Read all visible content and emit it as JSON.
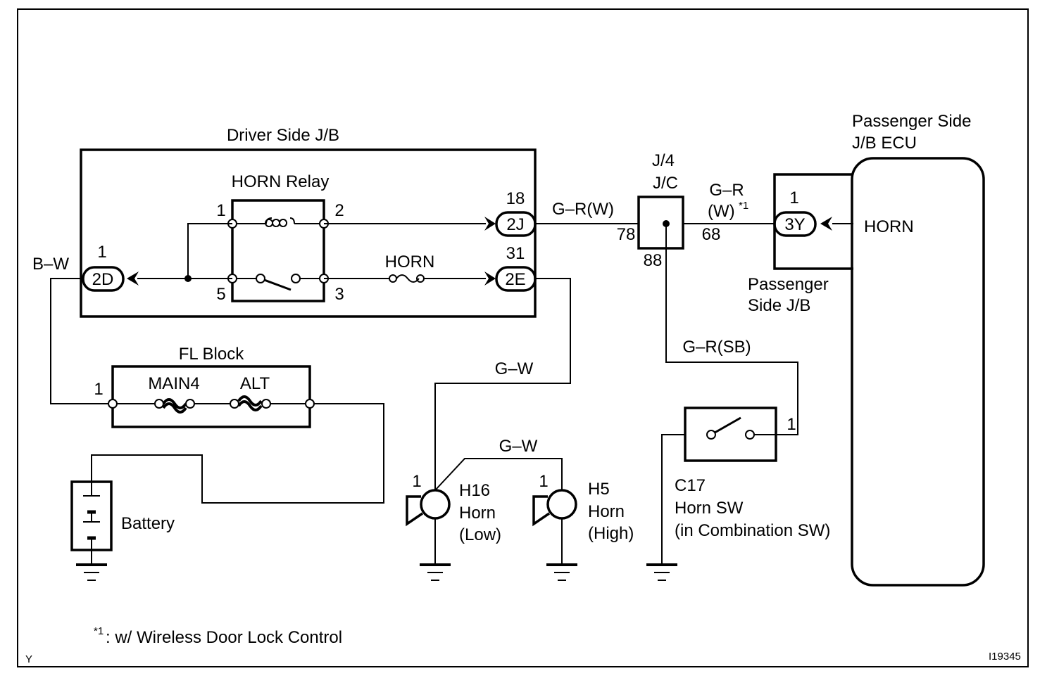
{
  "driver_jb": {
    "title": "Driver Side J/B",
    "relay_title": "HORN Relay",
    "relay_pins": [
      "1",
      "2",
      "5",
      "3"
    ],
    "fuse_label": "HORN"
  },
  "connectors": {
    "c2j": {
      "pin": "18",
      "name": "2J"
    },
    "c2e": {
      "pin": "31",
      "name": "2E"
    },
    "c2d": {
      "pin": "1",
      "name": "2D"
    },
    "c3y": {
      "pin": "1",
      "name": "3Y"
    }
  },
  "wires": {
    "bw": "B–W",
    "gr_w": "G–R(W)",
    "gw1": "G–W",
    "gw2": "G–W",
    "gr": "G–R",
    "w_note": "(W)",
    "w_note_sup": "*1",
    "gr_sb": "G–R(SB)"
  },
  "jc": {
    "line1": "J/4",
    "line2": "J/C",
    "pin78": "78",
    "pin68": "68",
    "pin88": "88"
  },
  "fl_block": {
    "title": "FL Block",
    "pin": "1",
    "fuse1": "MAIN4",
    "fuse2": "ALT"
  },
  "battery": {
    "label": "Battery"
  },
  "horn_low": {
    "pin": "1",
    "code": "H16",
    "name": "Horn",
    "type": "(Low)"
  },
  "horn_high": {
    "pin": "1",
    "code": "H5",
    "name": "Horn",
    "type": "(High)"
  },
  "horn_sw": {
    "pin": "1",
    "code": "C17",
    "name": "Horn SW",
    "note": "(in Combination SW)"
  },
  "passenger_jb": {
    "line1": "Passenger",
    "line2": "Side J/B"
  },
  "ecu": {
    "line1": "Passenger Side",
    "line2": "J/B ECU",
    "horn": "HORN"
  },
  "footnote": {
    "mark": "*1",
    "text": ": w/ Wireless Door Lock Control"
  },
  "corner_code": "Y",
  "figure_id": "I19345"
}
